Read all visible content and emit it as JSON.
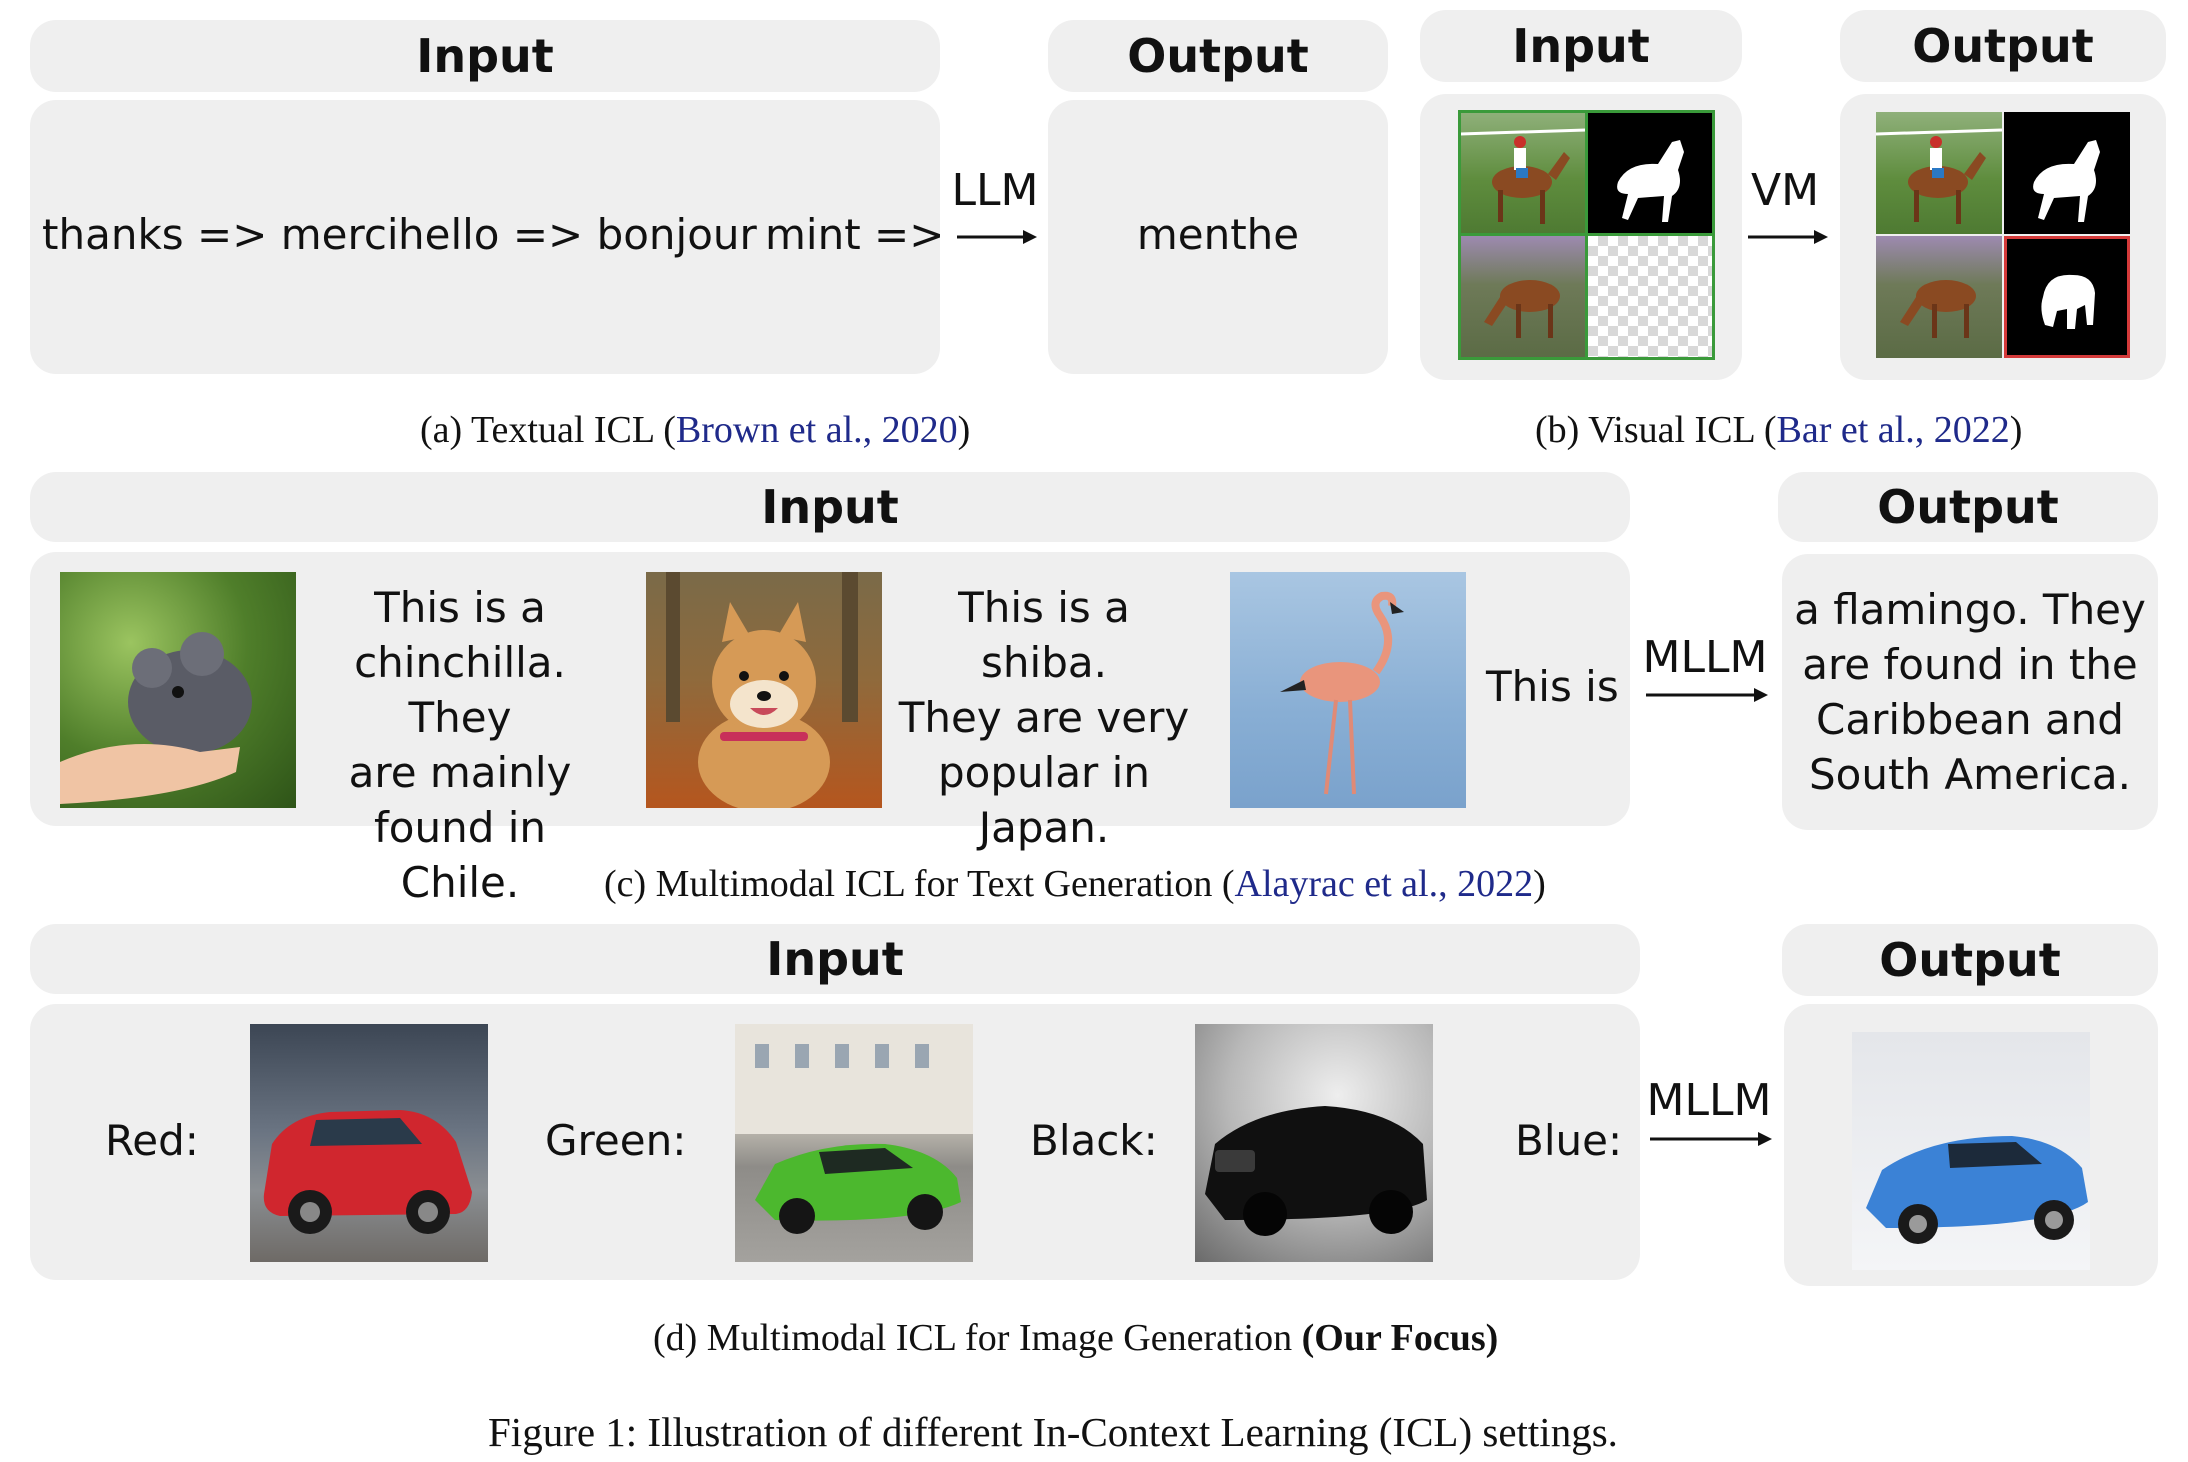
{
  "panel_a": {
    "input_header": "Input",
    "output_header": "Output",
    "pairs": [
      "thanks => merci",
      "hello => bonjour",
      "mint =>"
    ],
    "model": "LLM",
    "output_text": "menthe",
    "caption_prefix": "(a) Textual ICL (",
    "caption_cite": "Brown et al., 2020",
    "caption_suffix": ")"
  },
  "panel_b": {
    "input_header": "Input",
    "output_header": "Output",
    "model": "VM",
    "caption_prefix": "(b) Visual ICL (",
    "caption_cite": "Bar et al., 2022",
    "caption_suffix": ")"
  },
  "panel_c": {
    "input_header": "Input",
    "output_header": "Output",
    "texts": [
      [
        "This is a",
        "chinchilla. They",
        "are mainly",
        "found in Chile."
      ],
      [
        "This is a shiba.",
        "They are very",
        "popular in",
        "Japan."
      ],
      [
        "This is"
      ]
    ],
    "model": "MLLM",
    "output_lines": [
      "a flamingo. They",
      "are found in the",
      "Caribbean and",
      "South America."
    ],
    "caption_prefix": "(c) Multimodal ICL for Text Generation (",
    "caption_cite": "Alayrac et al., 2022",
    "caption_suffix": ")"
  },
  "panel_d": {
    "input_header": "Input",
    "output_header": "Output",
    "labels": [
      "Red:",
      "Green:",
      "Black:",
      "Blue:"
    ],
    "model": "MLLM",
    "caption_prefix": "(d) Multimodal ICL for Image Generation ",
    "caption_bold": "(Our Focus)"
  },
  "figure_caption": "Figure 1: Illustration of different In-Context Learning (ICL) settings.",
  "colors": {
    "box": "#efefef",
    "cite": "#1f2a8a",
    "prompt_border": "#3a9a3a",
    "pred_border": "#d43a3a"
  },
  "icons": [
    "arrow-right-icon"
  ]
}
